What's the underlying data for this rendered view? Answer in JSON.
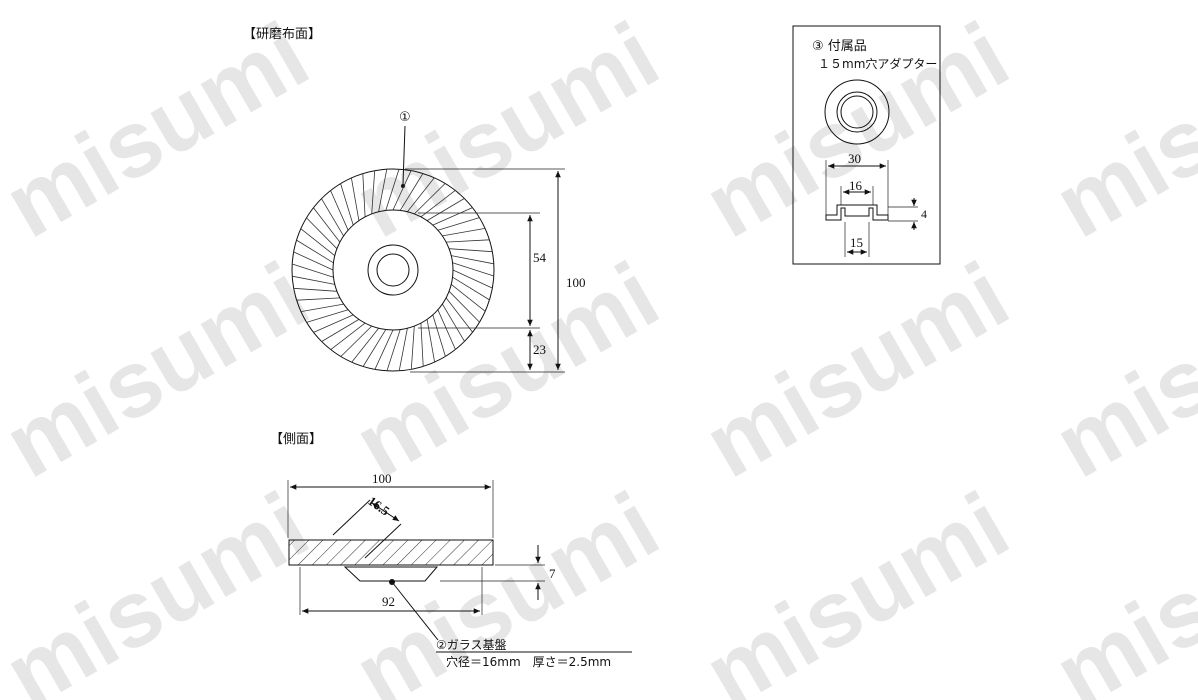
{
  "watermark": "misumi",
  "grinding_face": {
    "title": "【研磨布面】",
    "part_marker": "①",
    "dim_outer": "100",
    "dim_mid": "54",
    "dim_edge": "23"
  },
  "accessory": {
    "title": "③ 付属品",
    "subtitle": "１５mm穴アダプター",
    "dim_top": "30",
    "dim_inner": "16",
    "dim_bottom": "15",
    "dim_height": "4"
  },
  "side_view": {
    "title": "【側面】",
    "dim_width": "100",
    "dim_angle": "16.5",
    "dim_height": "7",
    "dim_base": "92",
    "base_label": "②ガラス基盤",
    "base_spec": "穴径＝16mm　厚さ＝2.5mm"
  }
}
